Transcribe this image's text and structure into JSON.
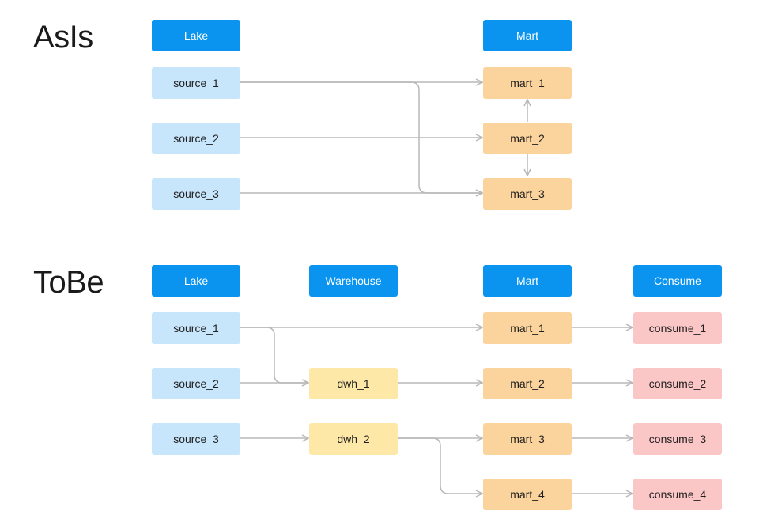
{
  "asis": {
    "title": "AsIs",
    "headers": {
      "lake": "Lake",
      "mart": "Mart"
    },
    "sources": [
      "source_1",
      "source_2",
      "source_3"
    ],
    "marts": [
      "mart_1",
      "mart_2",
      "mart_3"
    ]
  },
  "tobe": {
    "title": "ToBe",
    "headers": {
      "lake": "Lake",
      "warehouse": "Warehouse",
      "mart": "Mart",
      "consume": "Consume"
    },
    "sources": [
      "source_1",
      "source_2",
      "source_3"
    ],
    "dwh": [
      "dwh_1",
      "dwh_2"
    ],
    "marts": [
      "mart_1",
      "mart_2",
      "mart_3",
      "mart_4"
    ],
    "consumes": [
      "consume_1",
      "consume_2",
      "consume_3",
      "consume_4"
    ]
  },
  "colors": {
    "header": "#0a94f0",
    "lake": "#c7e5fb",
    "mart": "#fbd39c",
    "warehouse": "#fde8a7",
    "consume": "#fbc6c6",
    "edge": "#b8b8b8"
  }
}
